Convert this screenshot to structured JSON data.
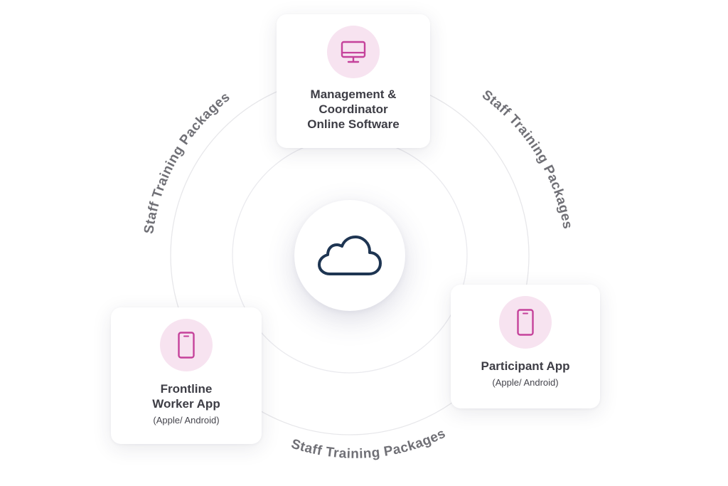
{
  "diagram": {
    "center": {
      "icon": "cloud-icon"
    },
    "nodes": [
      {
        "id": "management",
        "icon": "desktop-monitor-icon",
        "title": "Management &\nCoordinator\nOnline Software",
        "subtitle": ""
      },
      {
        "id": "frontline",
        "icon": "mobile-phone-icon",
        "title": "Frontline\nWorker App",
        "subtitle": "(Apple/ Android)"
      },
      {
        "id": "participant",
        "icon": "mobile-phone-icon",
        "title": "Participant App",
        "subtitle": "(Apple/ Android)"
      }
    ],
    "ring_labels": [
      "Staff Training Packages",
      "Staff Training Packages",
      "Staff Training Packages"
    ]
  },
  "colors": {
    "icon_accent": "#c5429b",
    "icon_bg": "#f7e3f0",
    "cloud_stroke": "#1e3552",
    "ring_line": "#e7e7ea",
    "ring_text": "#707076",
    "title_text": "#3d3d45"
  }
}
